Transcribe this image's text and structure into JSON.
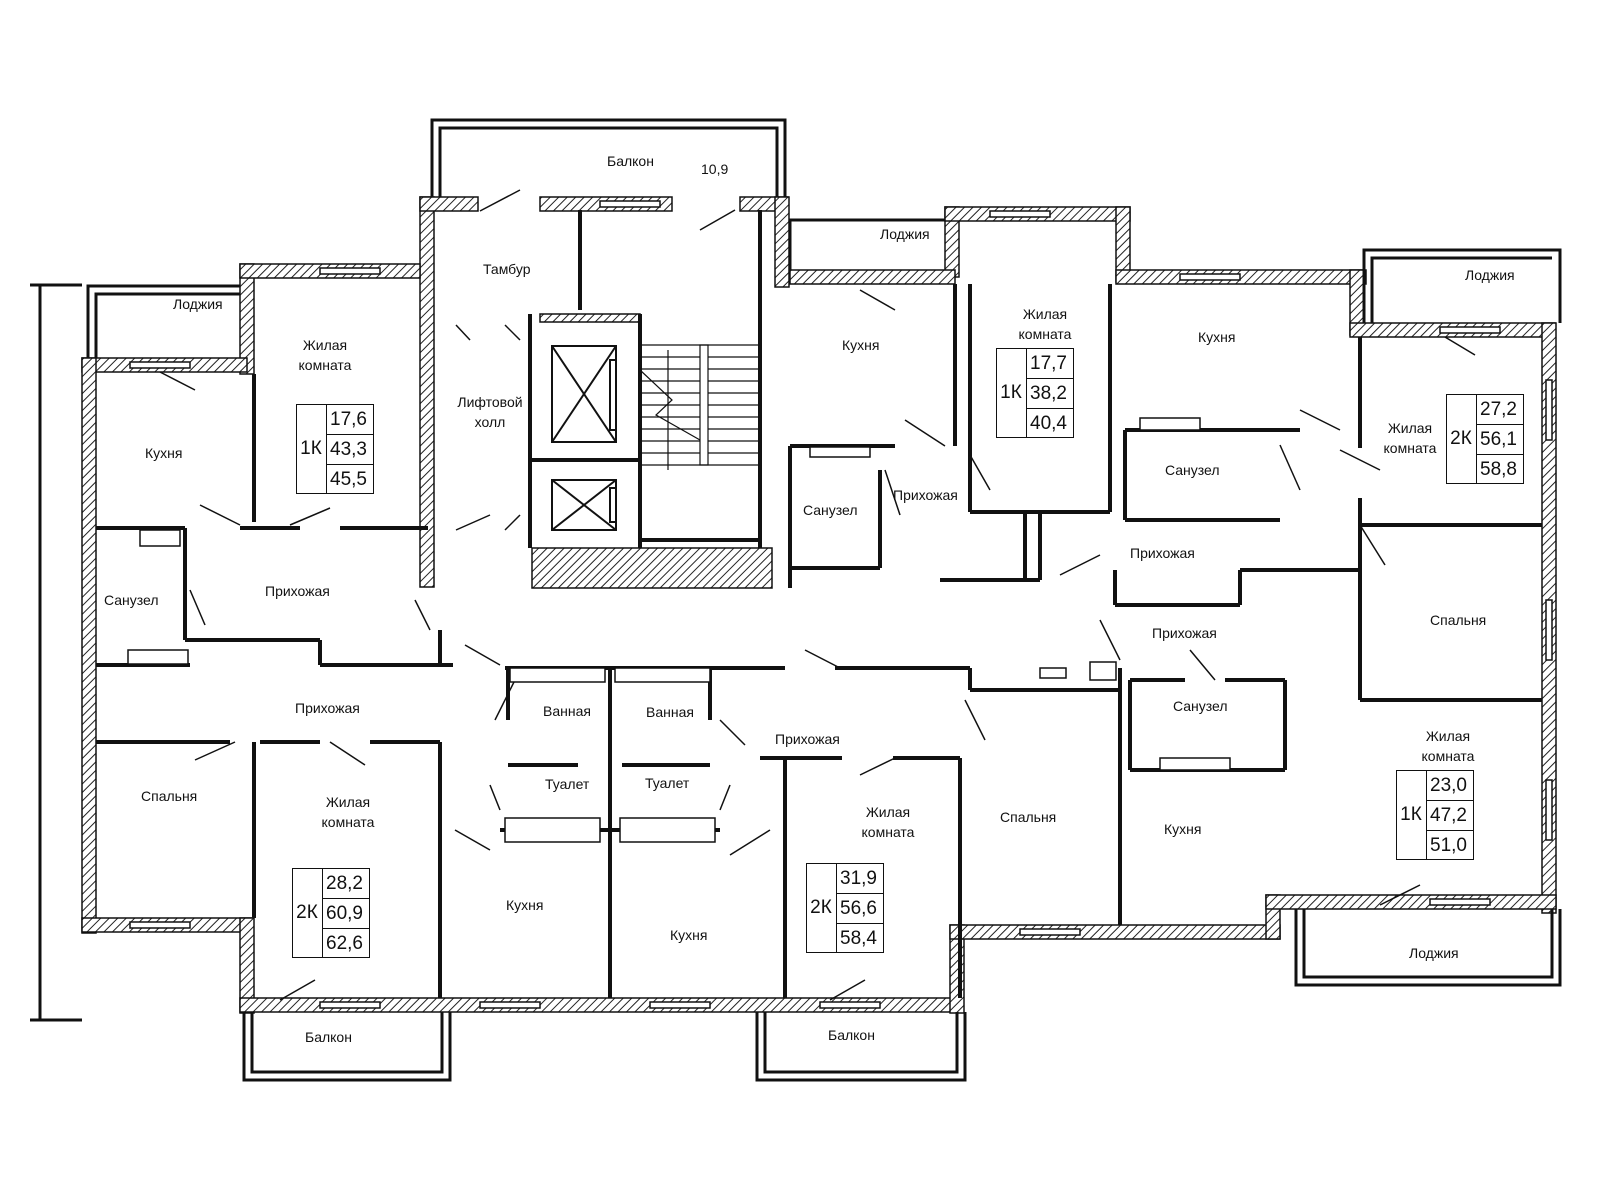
{
  "rooms": {
    "balcony_top": "Балкон",
    "balcony_top_area": "10,9",
    "tambour": "Тамбур",
    "lift_hall": "Лифтовой холл",
    "loggia_1": "Лоджия",
    "loggia_2": "Лоджия",
    "loggia_3": "Лоджия",
    "loggia_4": "Лоджия",
    "living_1": "Жилая комната",
    "living_2": "Жилая комната",
    "living_3": "Жилая комната",
    "living_4": "Жилая комната",
    "living_5": "Жилая комната",
    "living_6": "Жилая комната",
    "kitchen_1": "Кухня",
    "kitchen_2": "Кухня",
    "kitchen_3": "Кухня",
    "kitchen_4": "Кухня",
    "kitchen_5": "Кухня",
    "kitchen_6": "Кухня",
    "bath_1": "Санузел",
    "bath_2": "Санузел",
    "bath_3": "Санузел",
    "bath_4": "Санузел",
    "hall_1": "Прихожая",
    "hall_2": "Прихожая",
    "hall_3": "Прихожая",
    "hall_4": "Прихожая",
    "hall_5": "Прихожая",
    "hall_6": "Прихожая",
    "bedroom_1": "Спальня",
    "bedroom_2": "Спальня",
    "bedroom_3": "Спальня",
    "bathroom_1": "Ванная",
    "bathroom_2": "Ванная",
    "toilet_1": "Туалет",
    "toilet_2": "Туалет",
    "balcony_b1": "Балкон",
    "balcony_b2": "Балкон"
  },
  "apartments": [
    {
      "type": "1К",
      "living": "17,6",
      "total": "43,3",
      "full": "45,5"
    },
    {
      "type": "1К",
      "living": "17,7",
      "total": "38,2",
      "full": "40,4"
    },
    {
      "type": "2К",
      "living": "27,2",
      "total": "56,1",
      "full": "58,8"
    },
    {
      "type": "2К",
      "living": "28,2",
      "total": "60,9",
      "full": "62,6"
    },
    {
      "type": "2К",
      "living": "31,9",
      "total": "56,6",
      "full": "58,4"
    },
    {
      "type": "1К",
      "living": "23,0",
      "total": "47,2",
      "full": "51,0"
    }
  ]
}
